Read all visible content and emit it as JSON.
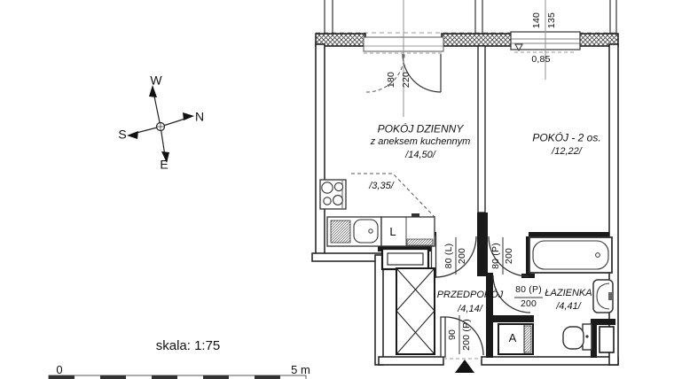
{
  "compass": {
    "up": "W",
    "right": "N",
    "left": "S",
    "down": "E"
  },
  "rooms": {
    "living": {
      "name": "POKÓJ DZIENNY",
      "subtitle": "z aneksem kuchennym",
      "area": "/14,50/"
    },
    "bedroom": {
      "name": "POKÓJ - 2 os.",
      "area": "/12,22/"
    },
    "kitchen": {
      "area": "/3,35/"
    },
    "hall": {
      "name": "PRZEDPOKÓJ",
      "area": "/4,14/"
    },
    "bath": {
      "name": "ŁAZIENKA",
      "area": "/4,41/"
    }
  },
  "fixtures": {
    "fridge": "L",
    "washing_machine": "A"
  },
  "dims": {
    "balcony_door": {
      "w": "180",
      "h": "220"
    },
    "window": {
      "w": "140",
      "h": "135",
      "sill_height": "0,85"
    },
    "living_door": {
      "w": "80 (L)",
      "h": "200"
    },
    "bedroom_door": {
      "w": "80 (P)",
      "h": "200"
    },
    "bath_door": {
      "w": "80 (P)",
      "h": "200"
    },
    "entrance_door": {
      "w": "90",
      "h": "200 (P)"
    }
  },
  "scale": {
    "label": "skala: 1:75",
    "start": "0",
    "end": "5 m"
  },
  "colors": {
    "line": "#1a1a1a",
    "faint": "#909090"
  }
}
